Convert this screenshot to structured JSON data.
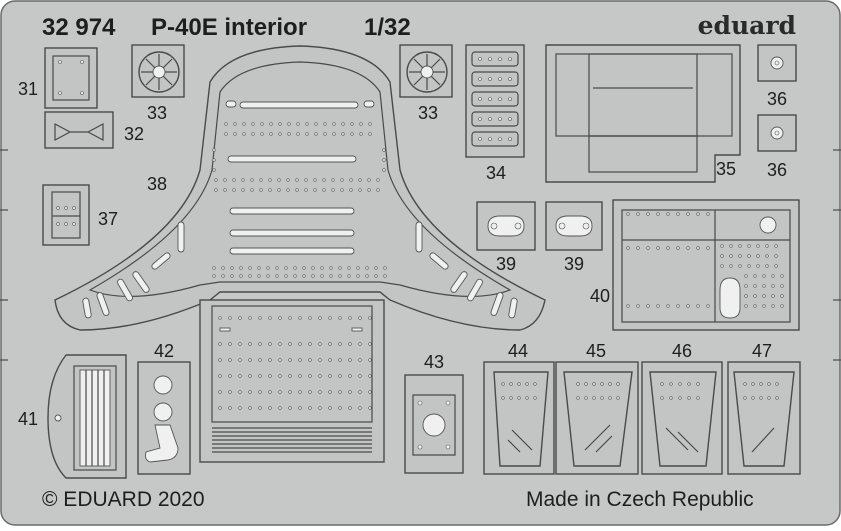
{
  "header": {
    "set_number": "32 974",
    "title": "P-40E interior",
    "scale": "1/32",
    "brand": "eduard"
  },
  "footer": {
    "copyright": "© EDUARD 2020",
    "origin": "Made in Czech Republic"
  },
  "part_numbers": {
    "p31": "31",
    "p32": "32",
    "p33a": "33",
    "p33b": "33",
    "p34": "34",
    "p35": "35",
    "p36a": "36",
    "p36b": "36",
    "p37": "37",
    "p38": "38",
    "p39a": "39",
    "p39b": "39",
    "p40": "40",
    "p41": "41",
    "p42": "42",
    "p43": "43",
    "p44": "44",
    "p45": "45",
    "p46": "46",
    "p47": "47"
  },
  "colors": {
    "sheet": "#c6c7c7",
    "part_fill": "#c3c4c4",
    "outline": "#4a4a4a",
    "hole": "#eeeeee",
    "text": "#1e1e1e"
  }
}
